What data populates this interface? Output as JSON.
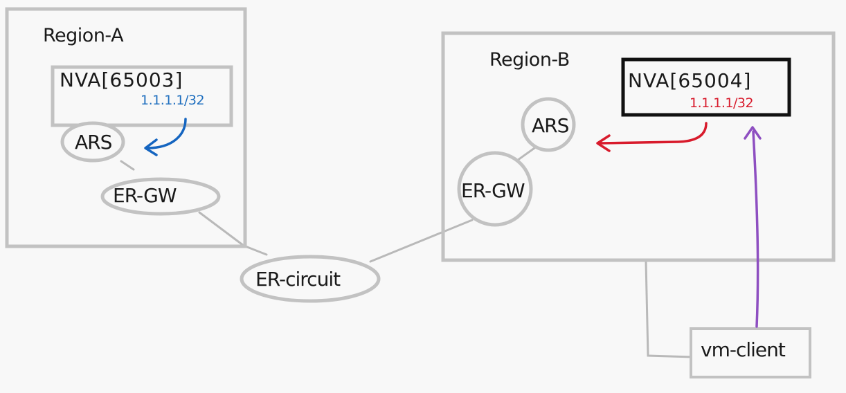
{
  "regions": [
    {
      "name": "Region-A"
    },
    {
      "name": "Region-B"
    }
  ],
  "nodes": {
    "nva_a": {
      "label": "NVA[65003]",
      "prefix": "1.1.1.1/32"
    },
    "nva_b": {
      "label": "NVA[65004]",
      "prefix": "1.1.1.1/32"
    },
    "ars_a": {
      "label": "ARS"
    },
    "ars_b": {
      "label": "ARS"
    },
    "ergw_a": {
      "label": "ER-GW"
    },
    "ergw_b": {
      "label": "ER-GW"
    },
    "er_circuit": {
      "label": "ER-circuit"
    },
    "vm_client": {
      "label": "vm-client"
    }
  },
  "colors": {
    "shape_stroke": "#c2c2c2",
    "nva_b_stroke": "#111111",
    "prefix_a": "#1f6fbf",
    "prefix_b": "#d81b2c",
    "arrow_a": "#1565c0",
    "arrow_b": "#d81b2c",
    "arrow_client": "#8e4fc1",
    "connector": "#b9b9b9"
  }
}
